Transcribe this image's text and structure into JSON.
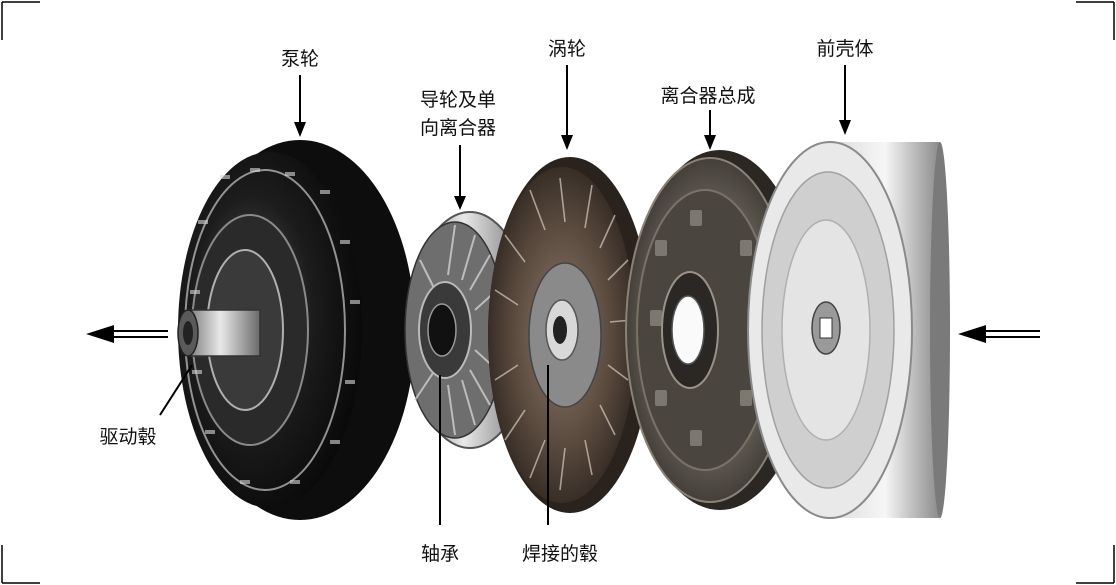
{
  "labels": {
    "pump": "泵轮",
    "stator_line1": "导轮及单",
    "stator_line2": "向离合器",
    "turbine": "涡轮",
    "clutch_assembly": "离合器总成",
    "front_cover": "前壳体",
    "drive_hub": "驱动毂",
    "bearing": "轴承",
    "welded_hub": "焊接的毂"
  },
  "colors": {
    "background": "#ffffff",
    "metal_dark": "#1e1e1e",
    "metal_light": "#cfcfcf",
    "bronze": "#6b5a4a",
    "steel": "#9a9a9a"
  }
}
